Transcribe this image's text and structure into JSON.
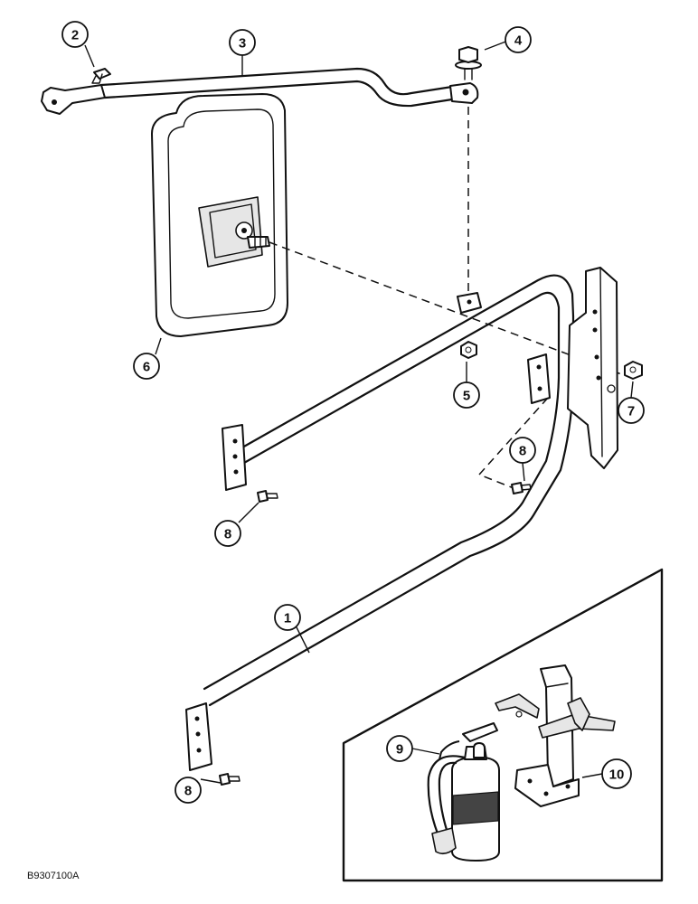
{
  "callouts": [
    "1",
    "2",
    "3",
    "4",
    "5",
    "6",
    "7",
    "8",
    "9",
    "10"
  ],
  "figure_code": "B9307100A"
}
